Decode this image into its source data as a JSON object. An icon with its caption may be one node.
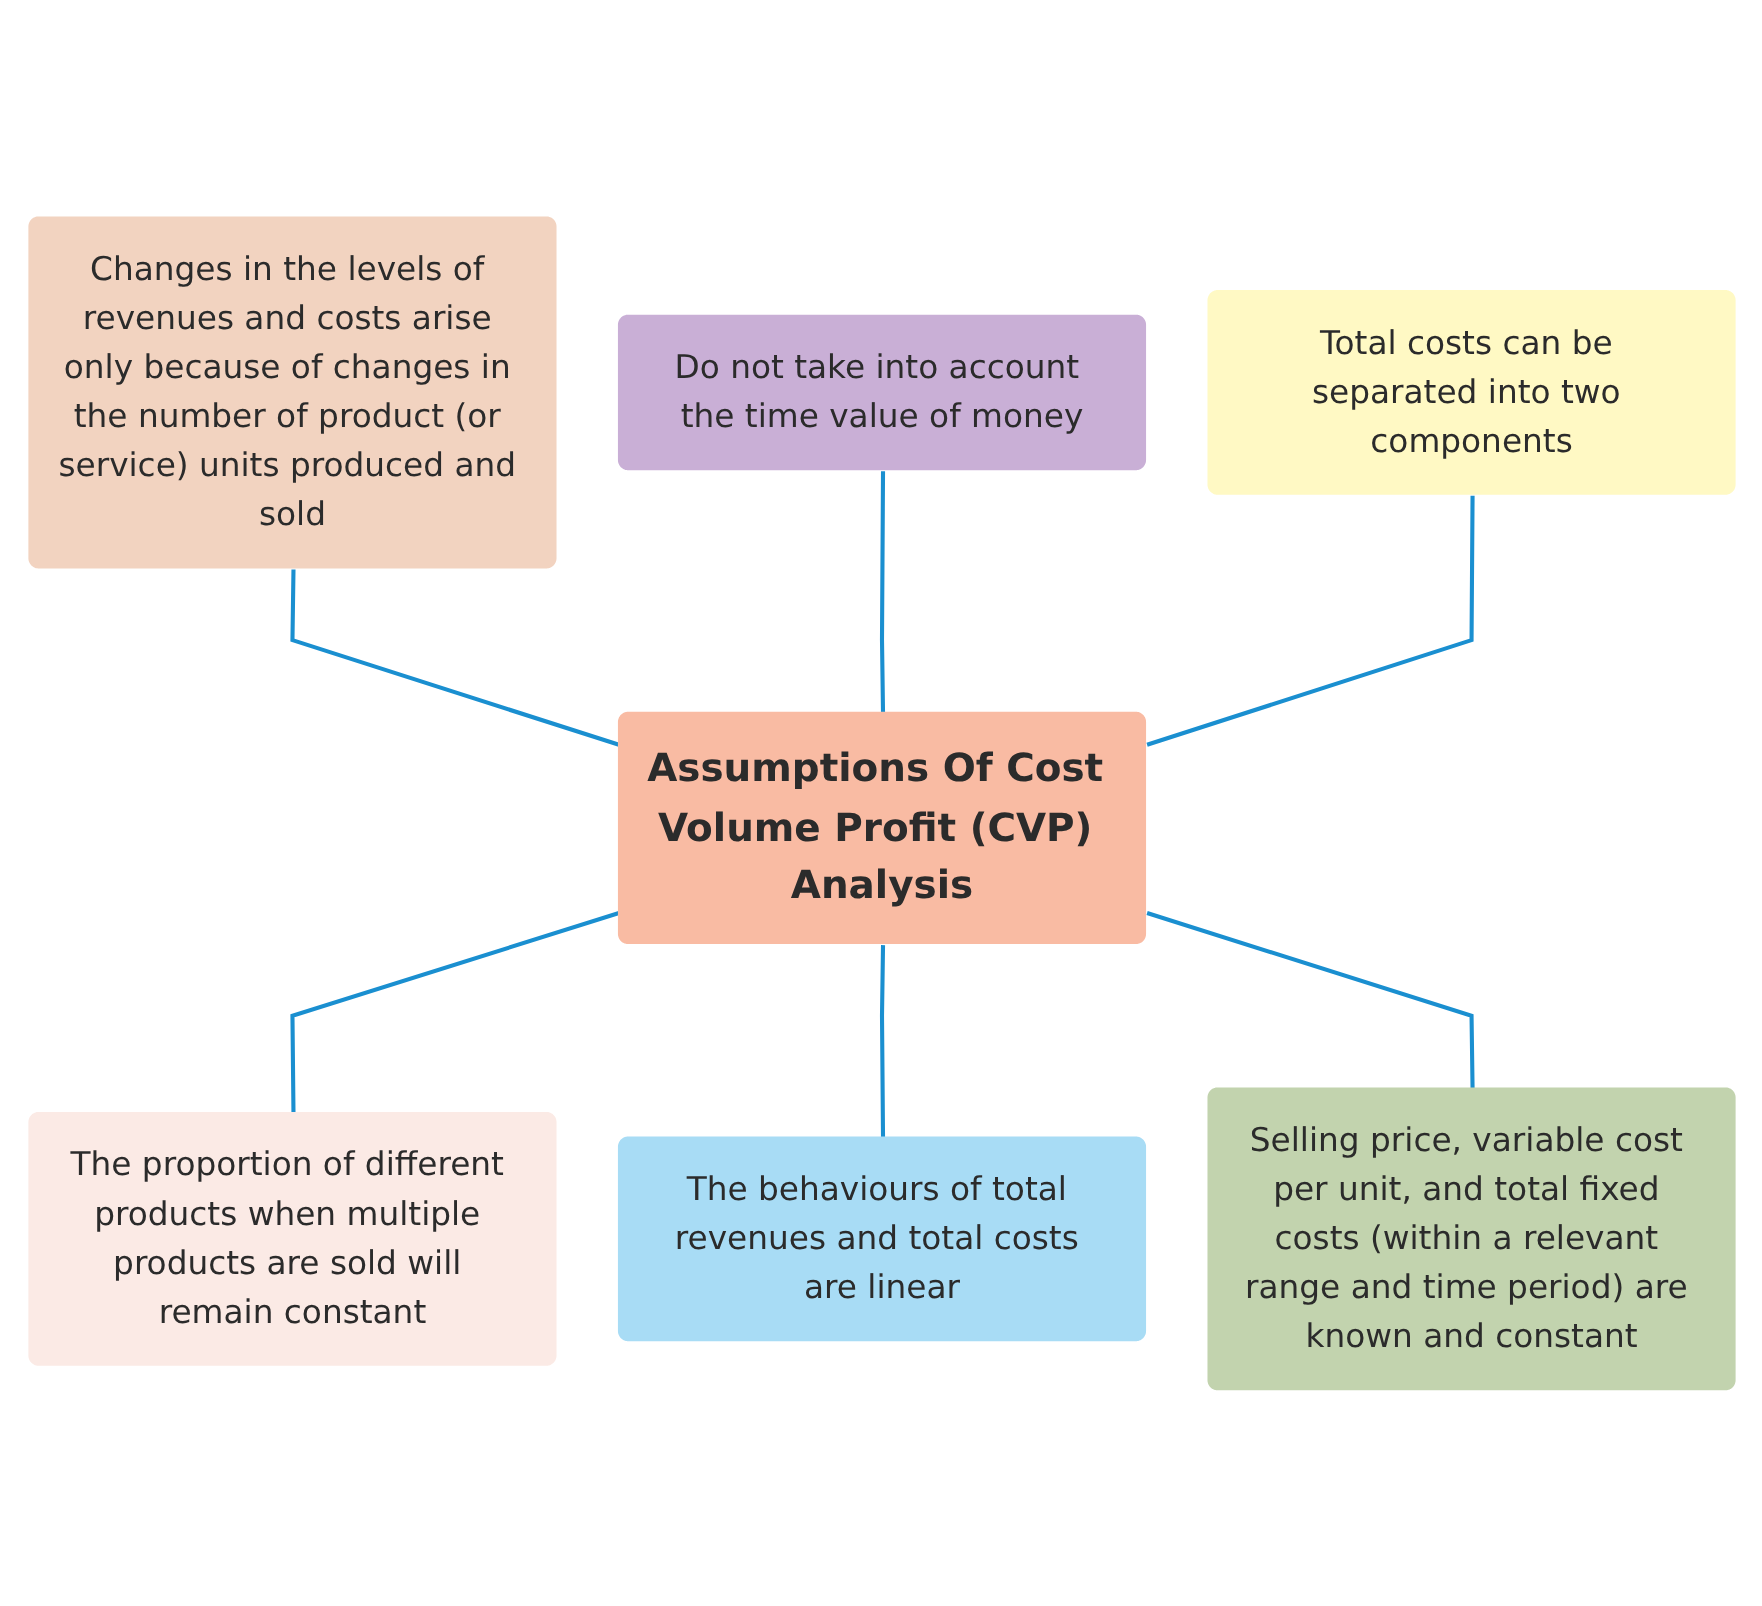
{
  "diagram": {
    "nodes": [
      {
        "text": [
          "Changes in the levels of revenues and costs arise only because of changes in the number of product (or service) units produced and sold"
        ]
      },
      {
        "text": [
          "Do not take into account the time value of money"
        ]
      },
      {
        "text": [
          "Total costs can be separated into two components"
        ]
      },
      {
        "text": [
          "Assumptions Of Cost Volume Profit (CVP) Analysis"
        ]
      },
      {
        "text": [
          "The proportion of different products when multiple products are sold will remain constant"
        ]
      },
      {
        "text": [
          "The behaviours of total revenues and total costs are linear"
        ]
      },
      {
        "text": [
          "Selling price, variable cost per unit, and total fixed costs (within a relevant range and time period) are known and constant"
        ]
      }
    ],
    "edges": [
      {
        "from": 0,
        "to": 3,
        "arrow": "none"
      },
      {
        "from": 1,
        "to": 3,
        "arrow": "none"
      },
      {
        "from": 2,
        "to": 3,
        "arrow": "none"
      },
      {
        "from": 3,
        "to": 4,
        "arrow": "none"
      },
      {
        "from": 3,
        "to": 5,
        "arrow": "none"
      },
      {
        "from": 3,
        "to": 6,
        "arrow": "none"
      }
    ]
  }
}
